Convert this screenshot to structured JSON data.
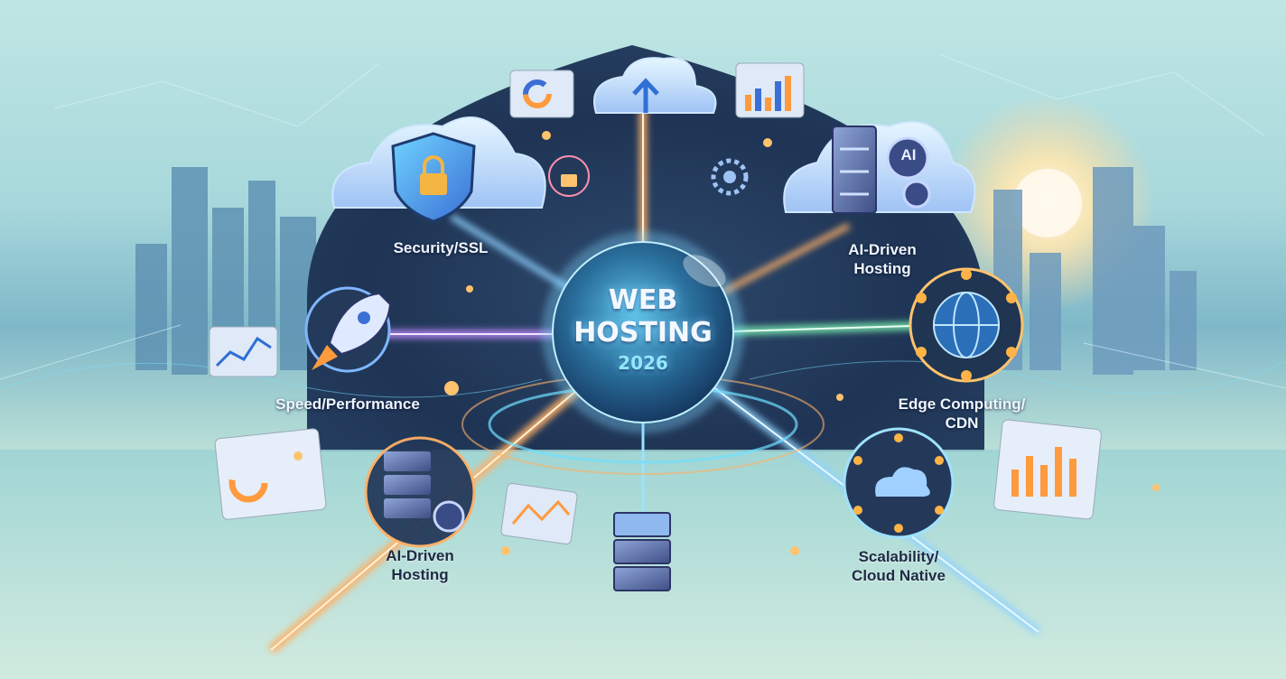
{
  "hub": {
    "line1": "WEB",
    "line2": "HOSTING",
    "year": "2026"
  },
  "features": {
    "security": "Security/SSL",
    "ai_top": "AI-Driven\nHosting",
    "speed": "Speed/Performance",
    "edge": "Edge Computing/\nCDN",
    "ai_bottom": "AI-Driven\nHosting",
    "scalability": "Scalability/\nCloud Native"
  },
  "badges": {
    "ai": "AI"
  },
  "icons": [
    "shield-lock-icon",
    "cloud-upload-icon",
    "ai-server-icon",
    "rocket-icon",
    "globe-network-icon",
    "server-gear-icon",
    "server-stack-icon",
    "cloud-network-icon",
    "padlock-icon",
    "gear-icon",
    "bar-chart-icon",
    "donut-chart-icon",
    "line-chart-icon"
  ],
  "colors": {
    "hub_glow": "#7fd7ff",
    "orange_beam": "#ffb066",
    "purple_beam": "#c38bff",
    "green_beam": "#7cf0b0",
    "dark_panel": "#1f3552"
  }
}
